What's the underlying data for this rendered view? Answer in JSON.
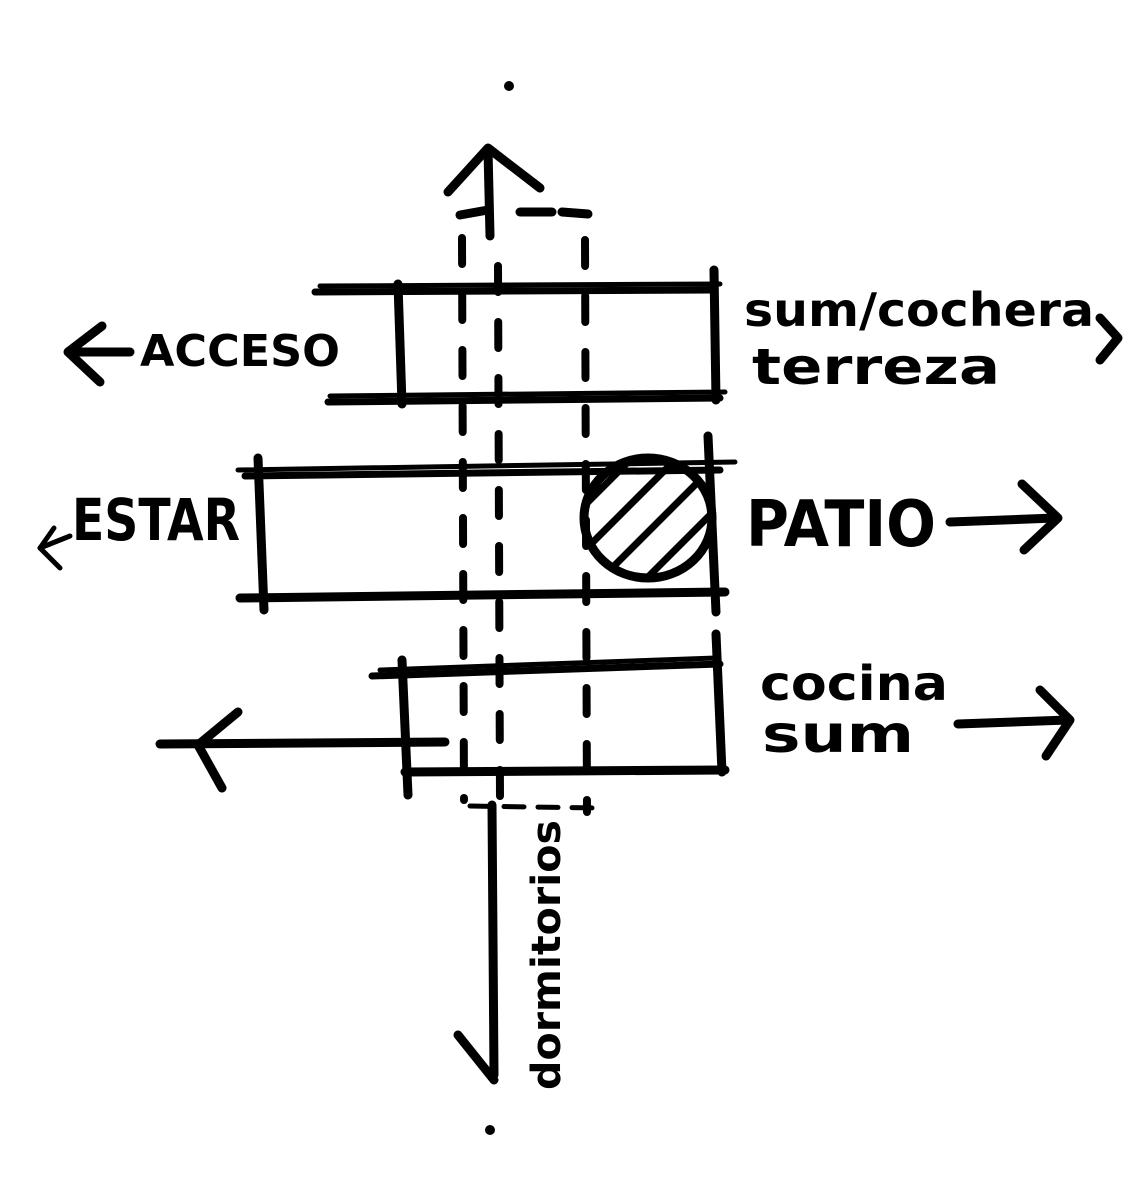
{
  "labels": {
    "acceso": "ACCESO",
    "sum_cochera_line1": "sum/cochera",
    "sum_cochera_line2": "terreza",
    "estar": "ESTAR",
    "patio": "PATIO",
    "cocina_line1": "cocina",
    "cocina_line2": "sum",
    "dormitorios": "dormitorios"
  },
  "colors": {
    "ink": "#000000",
    "paper": "#ffffff"
  }
}
